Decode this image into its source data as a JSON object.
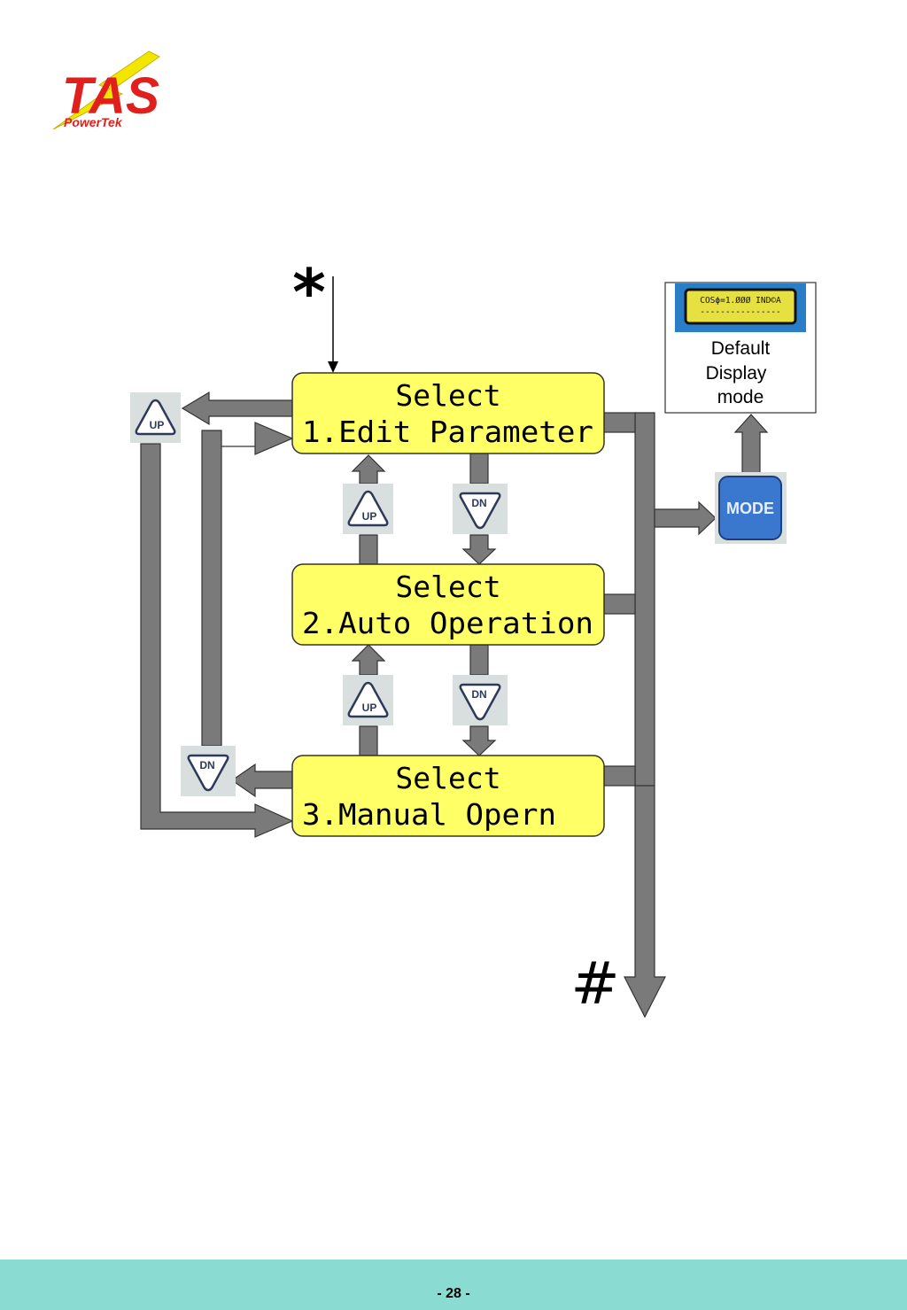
{
  "logo": {
    "main_text": "TAS",
    "sub_text": "PowerTek"
  },
  "diagram": {
    "entry_marker": "*",
    "exit_marker": "#",
    "boxes": [
      {
        "line1": "Select",
        "line2": "1.Edit Parameter"
      },
      {
        "line1": "Select",
        "line2": "2.Auto Operation"
      },
      {
        "line1": "Select",
        "line2": "3.Manual Opern"
      }
    ],
    "keys": {
      "up": "UP",
      "down": "DN",
      "mode": "MODE"
    },
    "lcd": {
      "text": "COSϕ=1.ØØØ IND©A",
      "second_line": "----------------"
    },
    "default_display": [
      "Default",
      "Display",
      "mode"
    ]
  },
  "footer": {
    "page_number": "- 28 -"
  },
  "colors": {
    "box_fill": "#ffff66",
    "arrow_fill": "#7a7a7a",
    "key_bg": "#d9dede",
    "mode_key": "#3a78d0",
    "lcd_frame": "#2a7ec8",
    "lcd_screen": "#e6e040",
    "footer_band": "#8adcd3"
  }
}
